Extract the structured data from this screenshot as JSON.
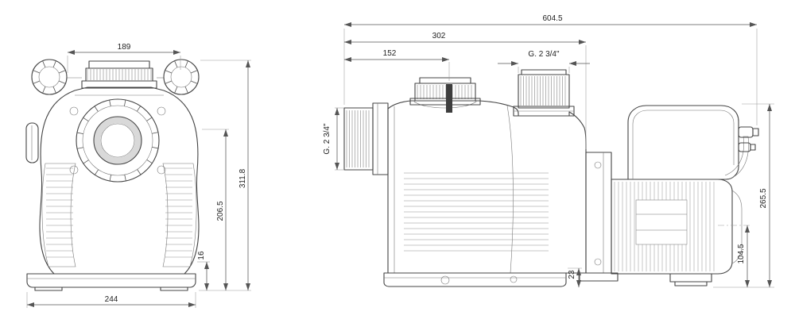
{
  "dims": {
    "front": {
      "top_width": "189",
      "overall_height": "311.8",
      "center_height": "206.5",
      "foot_height": "16",
      "base_width": "244"
    },
    "side": {
      "overall_length": "604.5",
      "body_length": "302",
      "lid_length": "152",
      "discharge_thread": "G. 2 3/4\"",
      "suction_thread": "G. 2 3/4\"",
      "overall_height": "265.5",
      "axis_height": "104.5",
      "foot_height": "23"
    }
  }
}
